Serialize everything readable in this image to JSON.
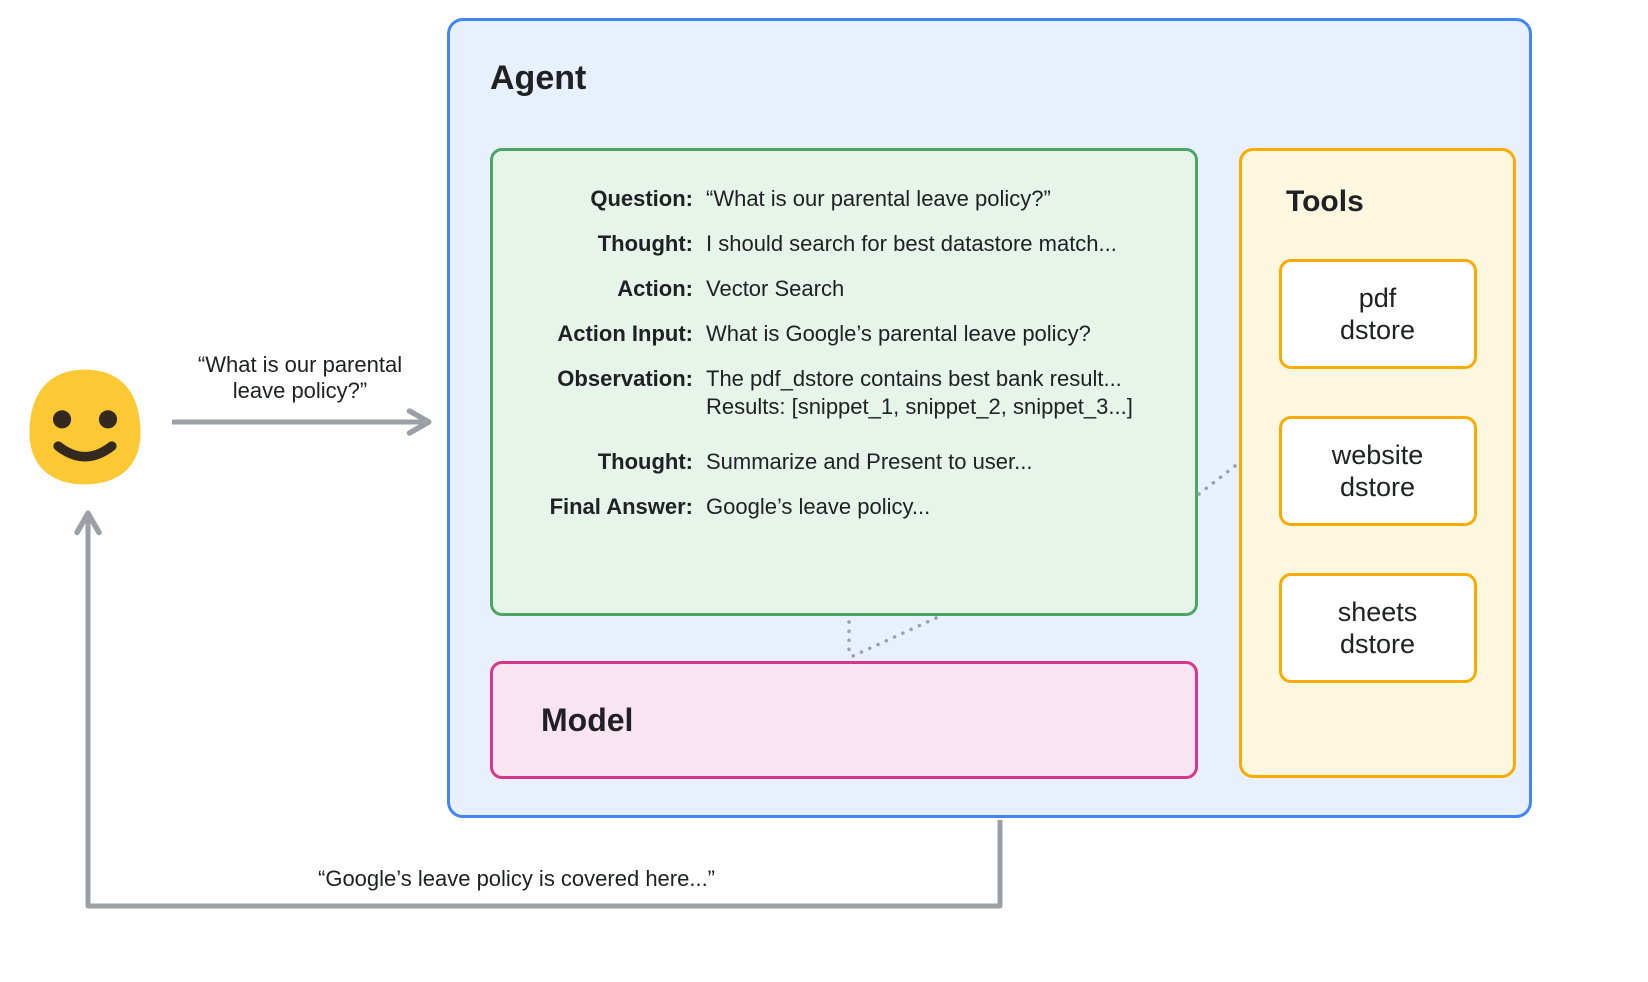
{
  "colors": {
    "agent_border": "#4285F4",
    "agent_bg": "#E8F0FE",
    "trace_border": "#4CA564",
    "trace_bg": "#E6F4EA",
    "tools_border": "#F9AB00",
    "tools_bg": "#FEF7E0",
    "model_border": "#D6368B",
    "model_bg": "#FAE4F1",
    "arrow": "#9AA0A6",
    "emoji": "#FCC934",
    "emoji_features": "#33291E",
    "text": "#202124"
  },
  "user": {
    "request_label": "“What is our parental\nleave policy?”",
    "response_label": "“Google’s leave policy is covered here...”"
  },
  "agent": {
    "title": "Agent",
    "trace": {
      "rows": [
        {
          "label": "Question:",
          "value": "“What is our parental leave policy?”"
        },
        {
          "label": "Thought:",
          "value": "I should search for best datastore match..."
        },
        {
          "label": "Action:",
          "value": "Vector Search"
        },
        {
          "label": "Action Input:",
          "value": "What is Google’s parental leave policy?"
        },
        {
          "label": "Observation:",
          "value": "The pdf_dstore contains best bank result...\nResults: [snippet_1, snippet_2, snippet_3...]"
        },
        {
          "label": "Thought:",
          "value": "Summarize and Present to user..."
        },
        {
          "label": "Final Answer:",
          "value": "Google’s leave policy..."
        }
      ]
    },
    "model": {
      "title": "Model"
    },
    "tools": {
      "title": "Tools",
      "items": [
        {
          "label": "pdf\ndstore"
        },
        {
          "label": "website\ndstore"
        },
        {
          "label": "sheets\ndstore"
        }
      ]
    }
  }
}
